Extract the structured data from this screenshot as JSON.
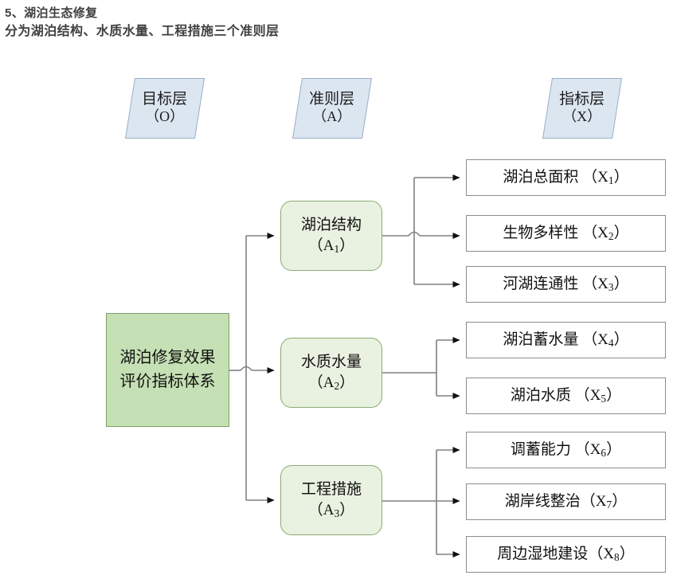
{
  "heading": {
    "line1": "5、湖泊生态修复",
    "line2": "分为湖泊结构、水质水量、工程措施三个准则层"
  },
  "colors": {
    "goal_fill": "#c5e0b4",
    "goal_border": "#7f9f6b",
    "criteria_fill": "#e9f1e0",
    "criteria_border": "#8aab74",
    "indicator_fill": "#ffffff",
    "indicator_border": "#8d8d8d",
    "layer_tag_fill": "#dce6f1",
    "layer_tag_border": "#9aaec6",
    "connector": "#808080",
    "heading_text": "#404040"
  },
  "layer_tags": [
    {
      "name": "目标层",
      "code": "（O）"
    },
    {
      "name": "准则层",
      "code": "（A）"
    },
    {
      "name": "指标层",
      "code": "（X）"
    }
  ],
  "goal": {
    "label": "湖泊修复效果评价指标体系",
    "code": "O"
  },
  "criteria": [
    {
      "label": "湖泊结构",
      "code": "A",
      "index": "1"
    },
    {
      "label": "水质水量",
      "code": "A",
      "index": "2"
    },
    {
      "label": "工程措施",
      "code": "A",
      "index": "3"
    }
  ],
  "indicators": [
    {
      "label": "湖泊总面积",
      "code": "X",
      "index": "1",
      "parent": "A1",
      "spaced": true
    },
    {
      "label": "生物多样性",
      "code": "X",
      "index": "2",
      "parent": "A1",
      "spaced": true
    },
    {
      "label": "河湖连通性",
      "code": "X",
      "index": "3",
      "parent": "A1",
      "spaced": true
    },
    {
      "label": "湖泊蓄水量",
      "code": "X",
      "index": "4",
      "parent": "A2",
      "spaced": true
    },
    {
      "label": "湖泊水质",
      "code": "X",
      "index": "5",
      "parent": "A2",
      "spaced": true
    },
    {
      "label": "调蓄能力",
      "code": "X",
      "index": "6",
      "parent": "A3",
      "spaced": true
    },
    {
      "label": "湖岸线整治",
      "code": "X",
      "index": "7",
      "parent": "A3",
      "spaced": false
    },
    {
      "label": "周边湿地建设",
      "code": "X",
      "index": "8",
      "parent": "A3",
      "spaced": false
    }
  ]
}
